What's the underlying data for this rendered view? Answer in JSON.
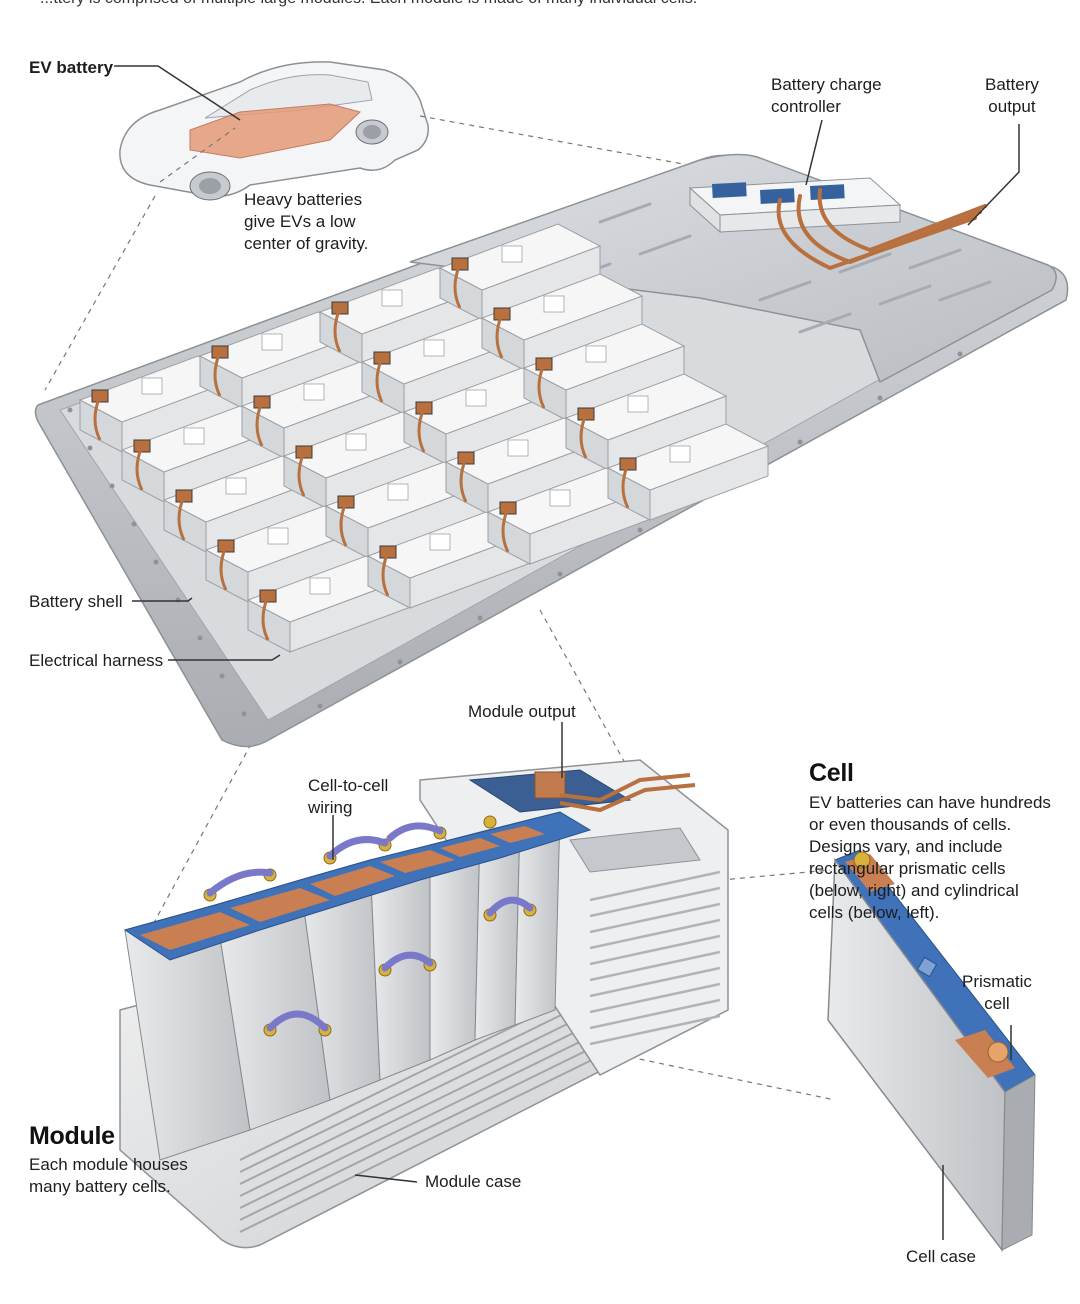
{
  "top_text": "...ttery is comprised of multiple large modules. Each module is made of many individual cells.",
  "labels": {
    "ev_battery": "EV battery",
    "gravity_note": "Heavy batteries\ngive EVs a low\ncenter of gravity.",
    "charge_controller": "Battery charge\ncontroller",
    "battery_output": "Battery\noutput",
    "battery_shell": "Battery shell",
    "electrical_harness": "Electrical harness",
    "module_output": "Module output",
    "cell_wiring": "Cell-to-cell\nwiring",
    "module_case": "Module case",
    "prismatic_cell": "Prismatic\ncell",
    "cell_case": "Cell case"
  },
  "cell_section": {
    "heading": "Cell",
    "description": "EV batteries can have hundreds\nor even thousands of cells.\nDesigns vary, and include\nrectangular prismatic cells\n(below, right) and cylindrical\ncells (below, left)."
  },
  "module_section": {
    "heading": "Module",
    "description": "Each module houses\nmany battery cells."
  },
  "colors": {
    "copper": "#c0784a",
    "cell_blue": "#3f72b8",
    "case_gray": "#cfd2d5",
    "module_white": "#f2f2f2",
    "wire_purple": "#7a78c8"
  }
}
